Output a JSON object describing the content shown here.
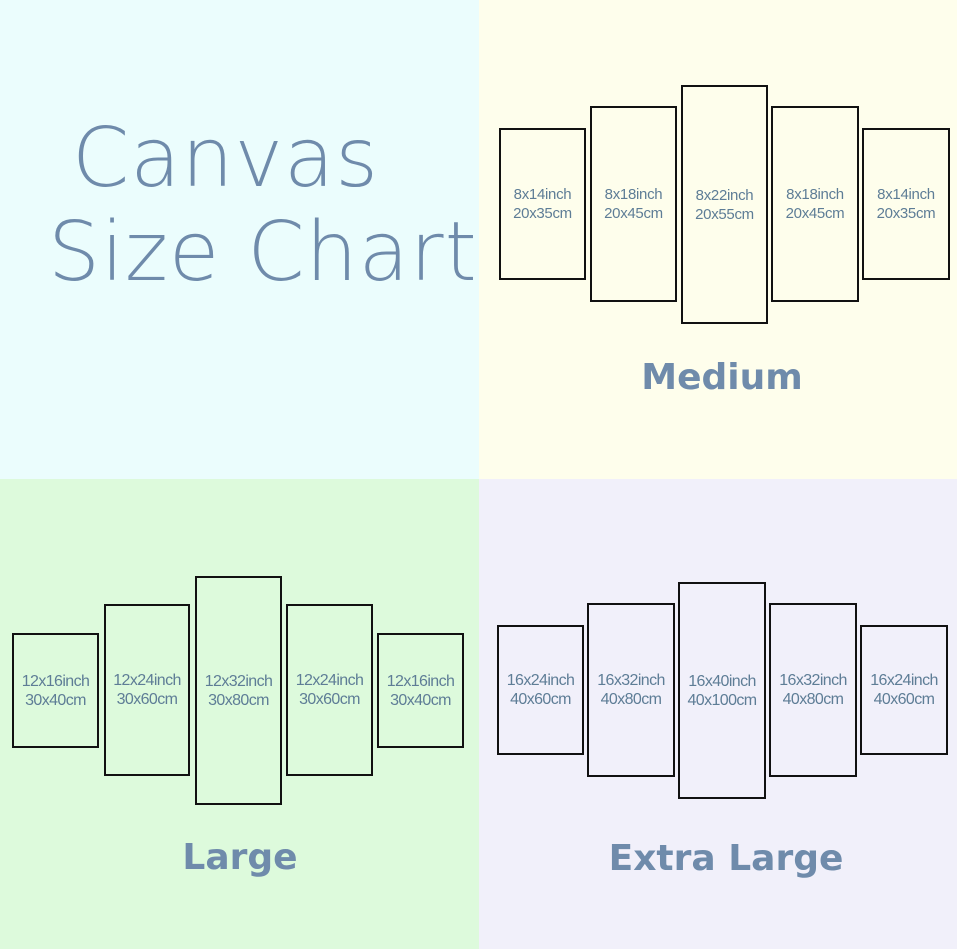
{
  "title": {
    "line1": "Canvas",
    "line2": "Size Chart"
  },
  "colors": {
    "title_text": "#6f8bab",
    "panel_text": "#5e7d96",
    "panel_border": "#111111",
    "bg_title": "#ebfdfd",
    "bg_medium": "#fefeec",
    "bg_large": "#ddfadc",
    "bg_xl": "#f1f0fa"
  },
  "sets": {
    "medium": {
      "label": "Medium",
      "panels": [
        {
          "inch": "8x14inch",
          "cm": "20x35cm"
        },
        {
          "inch": "8x18inch",
          "cm": "20x45cm"
        },
        {
          "inch": "8x22inch",
          "cm": "20x55cm"
        },
        {
          "inch": "8x18inch",
          "cm": "20x45cm"
        },
        {
          "inch": "8x14inch",
          "cm": "20x35cm"
        }
      ]
    },
    "large": {
      "label": "Large",
      "panels": [
        {
          "inch": "12x16inch",
          "cm": "30x40cm"
        },
        {
          "inch": "12x24inch",
          "cm": "30x60cm"
        },
        {
          "inch": "12x32inch",
          "cm": "30x80cm"
        },
        {
          "inch": "12x24inch",
          "cm": "30x60cm"
        },
        {
          "inch": "12x16inch",
          "cm": "30x40cm"
        }
      ]
    },
    "extra_large": {
      "label": "Extra Large",
      "panels": [
        {
          "inch": "16x24inch",
          "cm": "40x60cm"
        },
        {
          "inch": "16x32inch",
          "cm": "40x80cm"
        },
        {
          "inch": "16x40inch",
          "cm": "40x100cm"
        },
        {
          "inch": "16x32inch",
          "cm": "40x80cm"
        },
        {
          "inch": "16x24inch",
          "cm": "40x60cm"
        }
      ]
    }
  }
}
